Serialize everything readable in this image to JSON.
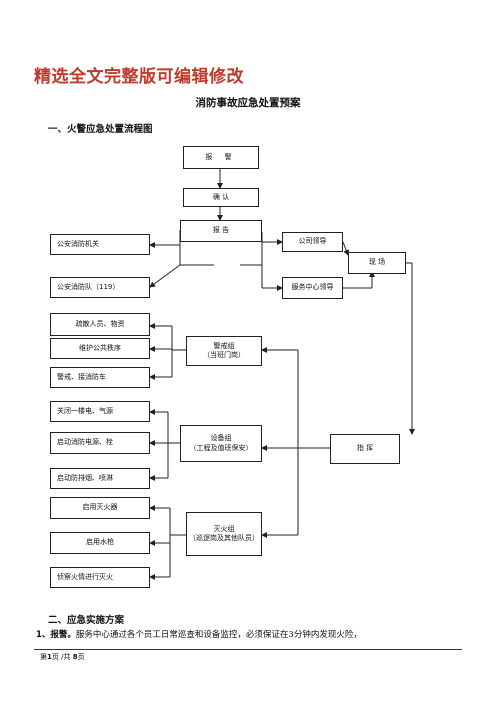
{
  "banner": "精选全文完整版可编辑修改",
  "doc_title": "消防事故应急处置预案",
  "section1_heading": "一、火警应急处置流程图",
  "flow": {
    "report_alarm": "报 警",
    "confirm": "确 认",
    "report": "报 告",
    "police": "公安消防机关",
    "fire_brigade": "公安消防队（119）",
    "company_leader": "公司领导",
    "service_leader": "服务中心领导",
    "scene": "现 场",
    "evacuate": "疏散人员、物资",
    "order": "维护公共秩序",
    "guard_truck": "警戒、接消防车",
    "cut_power": "关闭一楼电、气源",
    "start_pump": "启动消防电源、栓",
    "start_smoke": "启动防排烟、喷淋",
    "use_extinguisher": "启用灭火器",
    "use_hydrant": "启用水枪",
    "fight_fire": "侦察火情进行灭火",
    "guard_group": "警戒组",
    "guard_group_sub": "（当班门岗）",
    "equip_group": "设备组",
    "equip_group_sub": "（工程及值班保安）",
    "fire_group": "灭火组",
    "fire_group_sub": "（巡逻岗及其他队员）",
    "command": "指 挥"
  },
  "section2_heading": "二、应急实施方案",
  "body": {
    "item_label": "1、报警。",
    "item_text": "服务中心通过各个员工日常巡查和设备监控，必须保证在3分钟内发现火险，"
  },
  "footer": {
    "prefix": "第",
    "page": "1",
    "mid": "页 /共 ",
    "total": "8",
    "suffix": "页"
  },
  "colors": {
    "banner": "#c0392b",
    "line": "#222222"
  }
}
